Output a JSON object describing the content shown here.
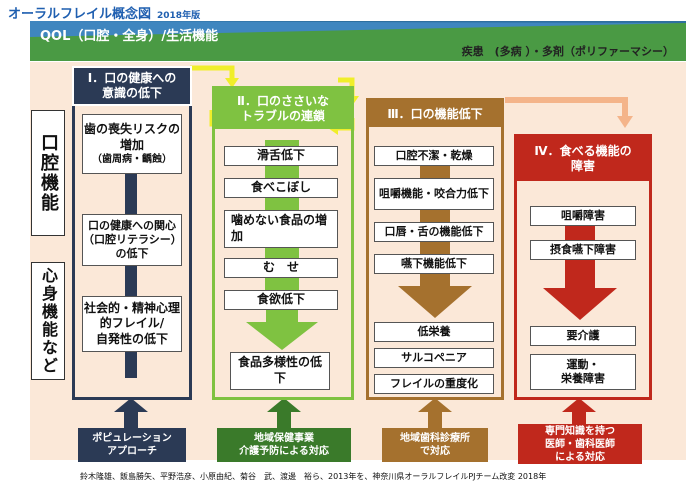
{
  "title": "オーラルフレイル概念図",
  "title_year": "2018年版",
  "qol": "QOL（口腔・全身）/生活機能",
  "disease": "疾患　(多病 ）・多剤（ポリファーマシー）",
  "side_labels": {
    "oral": "口腔機能",
    "mind": "心身機能など"
  },
  "col1": {
    "header": [
      "Ⅰ．口の健康への",
      "意識の低下"
    ],
    "boxes": [
      "歯の喪失リスクの増加",
      "（歯周病・齲蝕）",
      "口の健康への関心",
      "（口腔リテラシー）",
      "の低下",
      "社会的・精神心理",
      "的フレイル/",
      "自発性の低下"
    ]
  },
  "col2": {
    "header": [
      "Ⅱ．口のささいな",
      "トラブルの連鎖"
    ],
    "boxes": [
      "滑舌低下",
      "食べこぼし",
      "噛めない食品の増加",
      "む　せ",
      "食欲低下",
      "食品多様性の低下"
    ]
  },
  "col3": {
    "header": "Ⅲ．口の機能低下",
    "boxes": [
      "口腔不潔・乾燥",
      "咀嚼機能・咬合力低下",
      "口唇・舌の機能低下",
      "嚥下機能低下",
      "低栄養",
      "サルコペニア",
      "フレイルの重度化"
    ]
  },
  "col4": {
    "header": [
      "Ⅳ．食べる機能の",
      "障害"
    ],
    "boxes": [
      "咀嚼障害",
      "摂食嚥下障害",
      "要介護",
      "運動・",
      "栄養障害"
    ]
  },
  "footers": [
    [
      "ポピュレーション",
      "アプローチ"
    ],
    [
      "地域保健事業",
      "介護予防による対応"
    ],
    [
      "地域歯科診療所",
      "で対応"
    ],
    [
      "専門知識を持つ",
      "医師・歯科医師",
      "による対応"
    ]
  ],
  "credit": "鈴木隆雄、飯島勝矢、平野浩彦、小原由紀、菊谷　武、渡邊　裕ら、2013年を、神奈川県オーラルフレイルPJチーム改変 2018年",
  "colors": {
    "navy": "#2b3a55",
    "green": "#7fc241",
    "darkgreen": "#3a7a2a",
    "brown": "#a5712e",
    "red": "#c0281c",
    "title_blue": "#1f5fb0"
  }
}
